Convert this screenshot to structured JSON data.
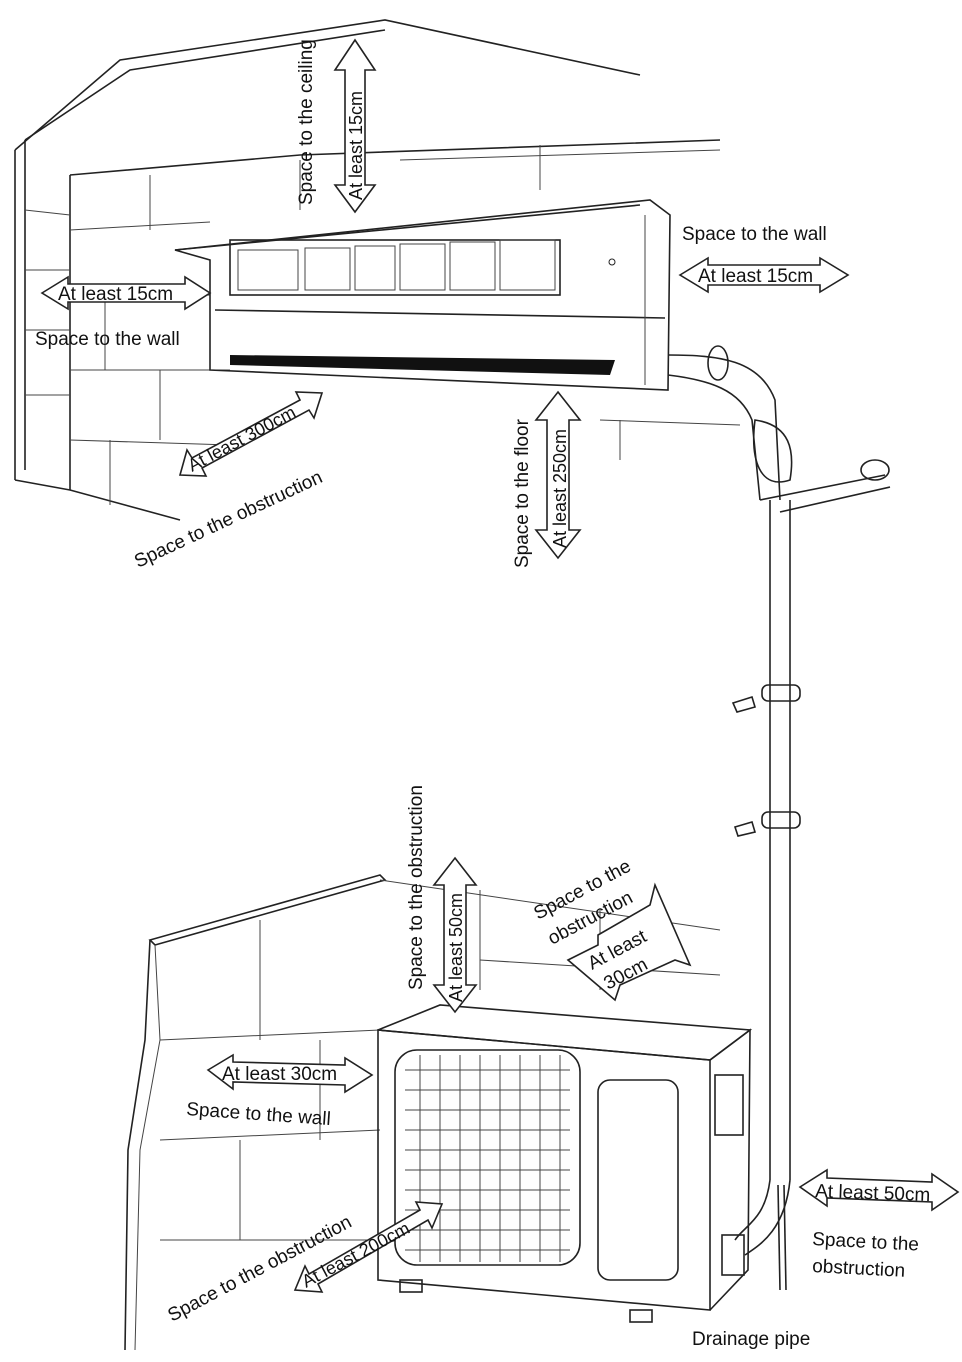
{
  "labels": {
    "ceiling_space": "Space to the ceiling",
    "ceiling_min": "At least 15cm",
    "left_wall_min": "At least 15cm",
    "left_wall_space": "Space to the wall",
    "right_wall_space": "Space to the wall",
    "right_wall_min": "At least 15cm",
    "front_obstruction_min": "At least 300cm",
    "front_obstruction_space": "Space to the obstruction",
    "floor_space": "Space to the floor",
    "floor_min": "At least 250cm",
    "outdoor_top_space": "Space to the obstruction",
    "outdoor_top_min": "At least 50cm",
    "outdoor_back_space_line1": "Space to the",
    "outdoor_back_space_line2": "obstruction",
    "outdoor_back_min_line1": "At least",
    "outdoor_back_min_line2": "30cm",
    "outdoor_wall_min": "At least 30cm",
    "outdoor_wall_space": "Space to the wall",
    "outdoor_front_space": "Space to the obstruction",
    "outdoor_front_min": "At least 200cm",
    "outdoor_side_min": "At least 50cm",
    "outdoor_side_space_line1": "Space to the",
    "outdoor_side_space_line2": "obstruction",
    "drainage_pipe": "Drainage pipe"
  }
}
